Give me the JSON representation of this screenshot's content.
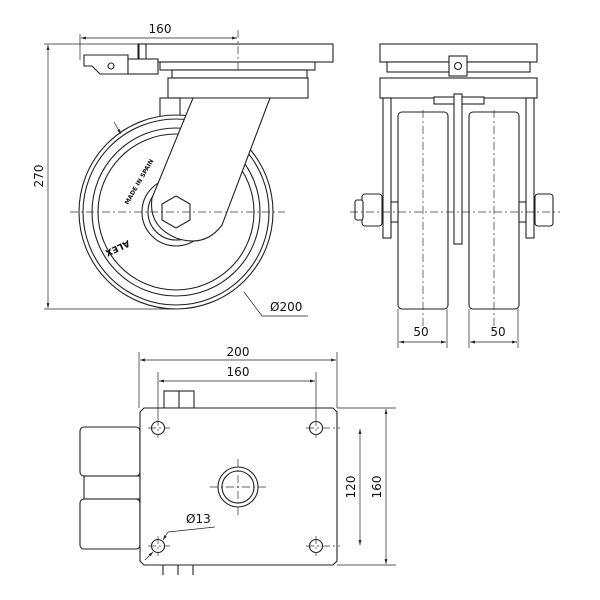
{
  "title": "Twin wheel swivel caster technical drawing",
  "side_view": {
    "plate_width": "160",
    "height": "270",
    "wheel_diameter": "Ø200",
    "wheel_text_1": "MADE IN SPAIN",
    "wheel_text_2": "ALEX"
  },
  "front_view": {
    "wheel_width_left": "50",
    "wheel_width_right": "50"
  },
  "top_view": {
    "plate_length": "200",
    "hole_spacing_x": "160",
    "hole_spacing_y": "120",
    "plate_width": "160",
    "hole_diameter": "Ø13"
  }
}
